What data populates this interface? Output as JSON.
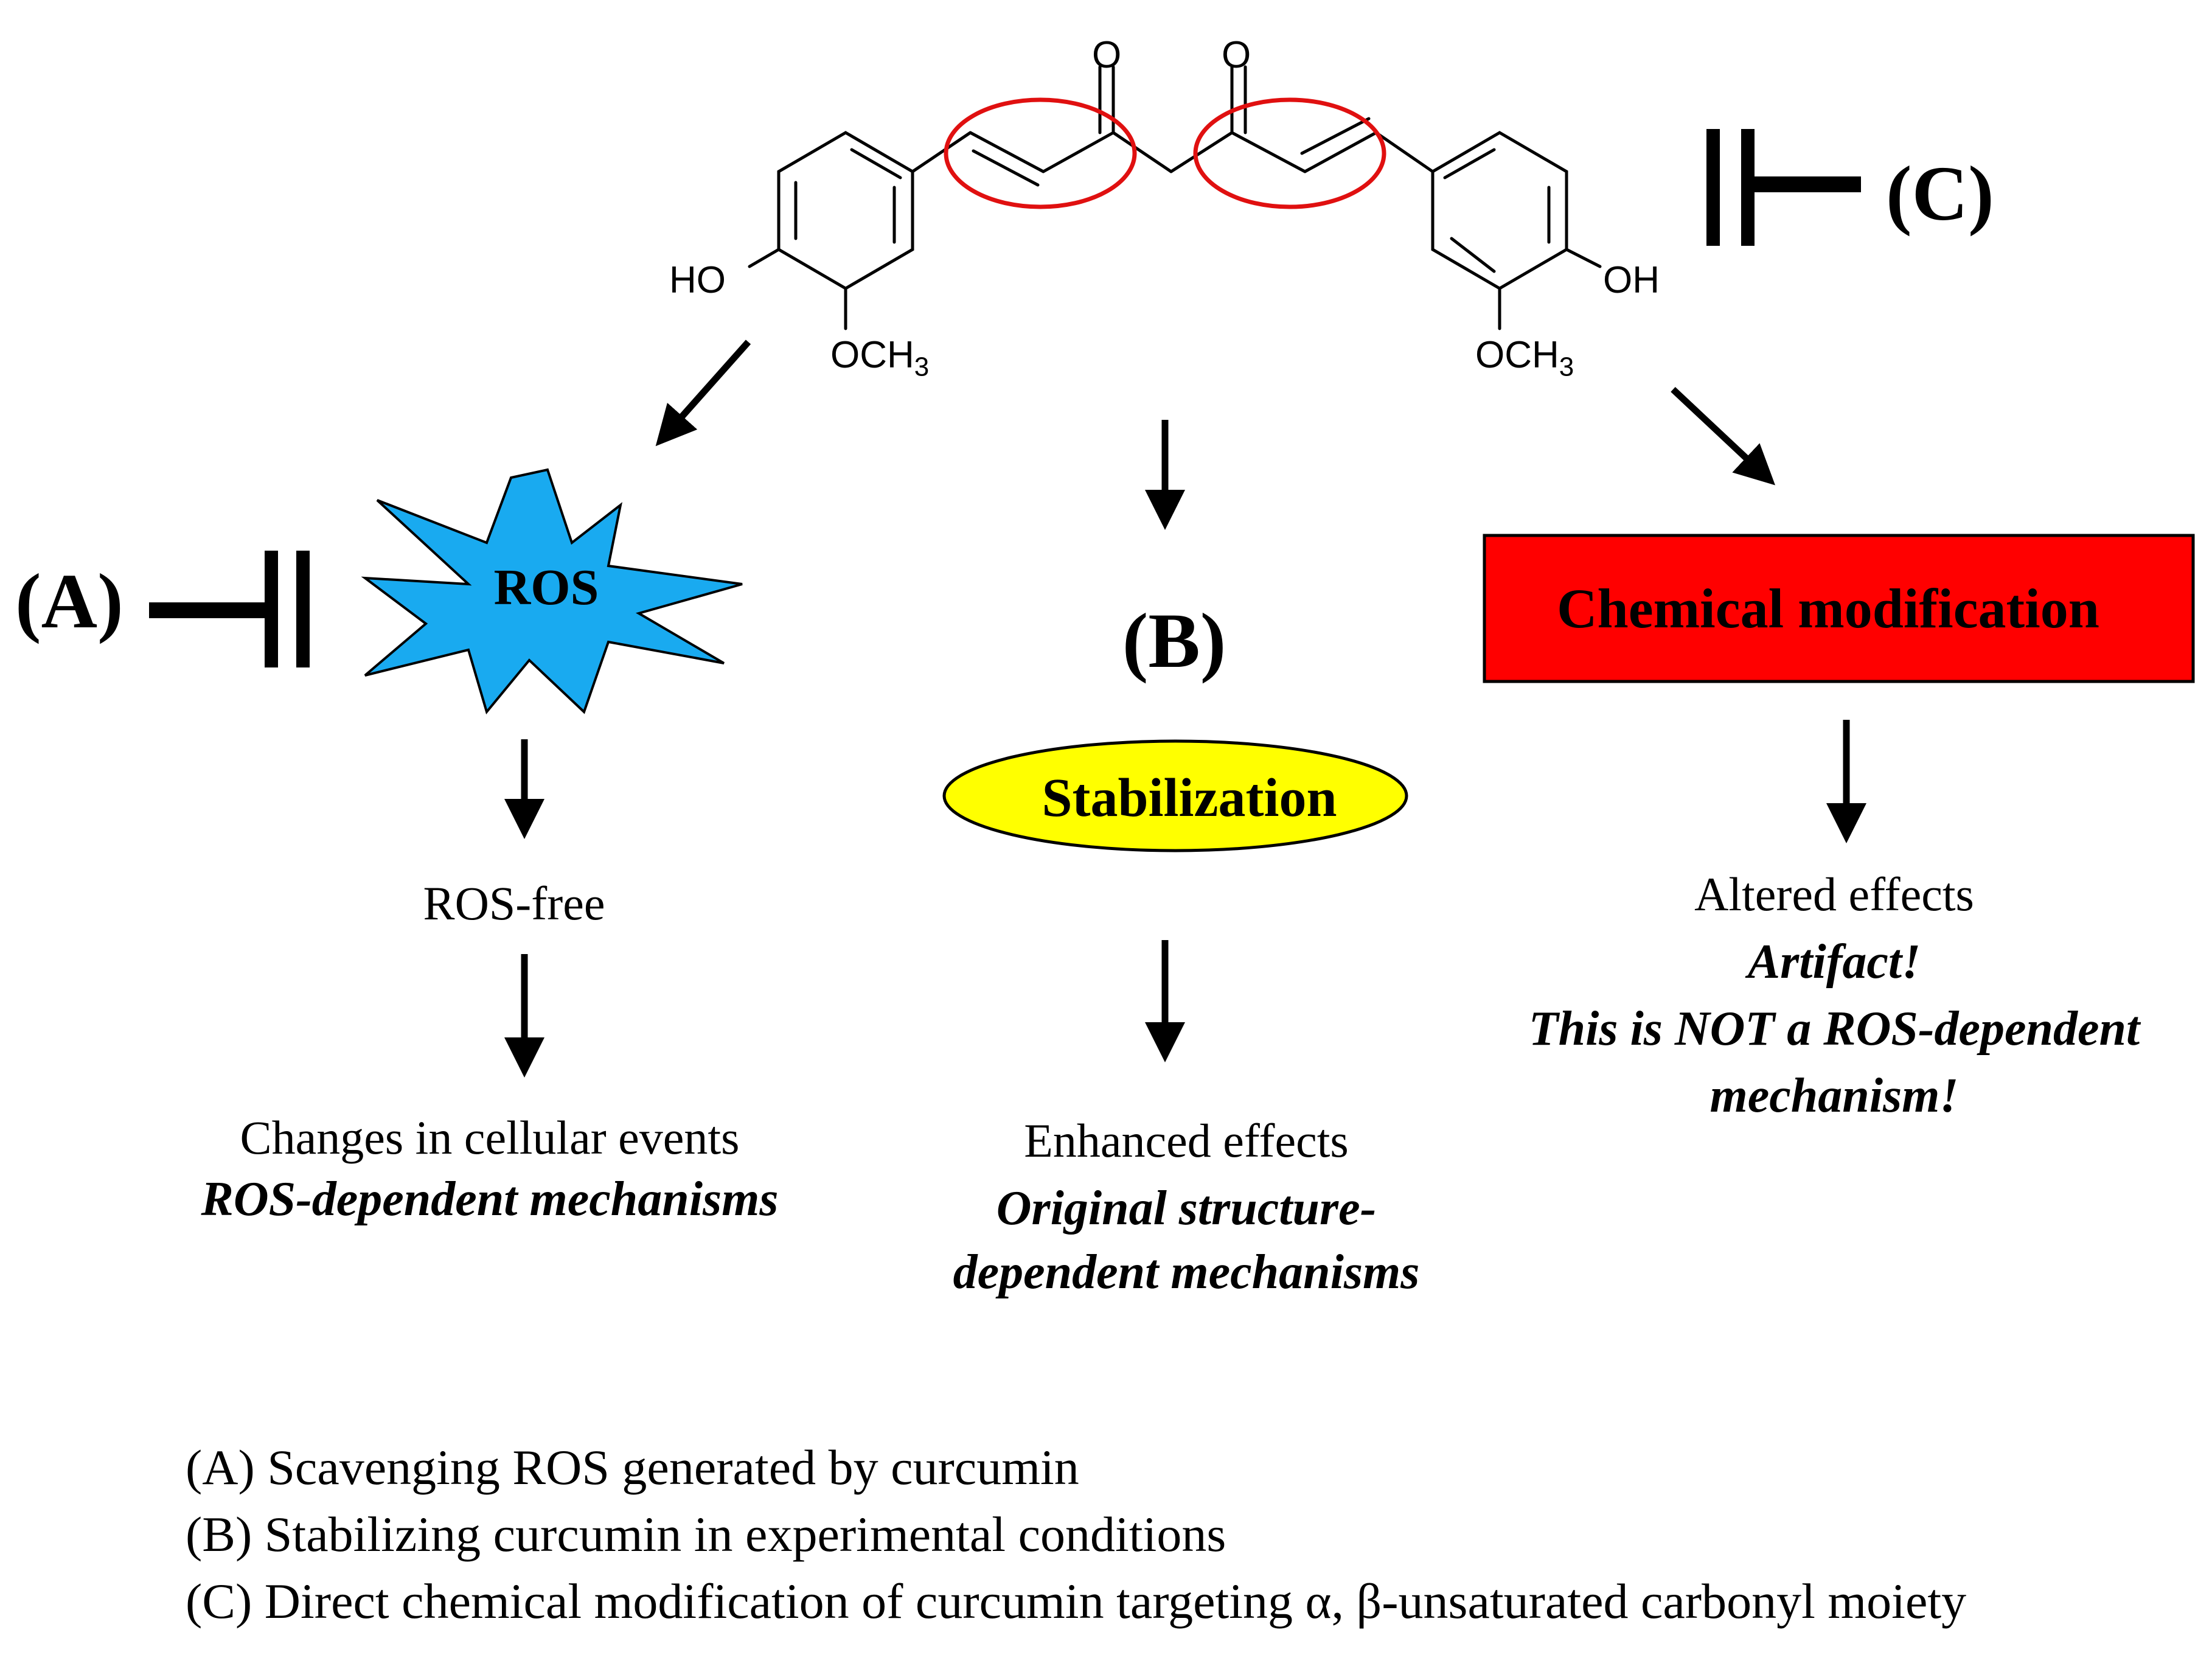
{
  "molecule": {
    "ho_left": "HO",
    "och3_left_main": "OCH",
    "och3_left_sub": "3",
    "oh_right": "OH",
    "och3_right_main": "OCH",
    "och3_right_sub": "3",
    "carbonyl_o_left": "O",
    "carbonyl_o_right": "O"
  },
  "labels": {
    "a": "(A)",
    "b": "(B)",
    "c": "(C)"
  },
  "nodes": {
    "ros": "ROS",
    "stabilization": "Stabilization",
    "chemical_modification": "Chemical modification"
  },
  "branch_a": {
    "ros_free": "ROS-free",
    "changes": "Changes in cellular events",
    "mechanism": "ROS-dependent mechanisms"
  },
  "branch_b": {
    "enhanced": "Enhanced effects",
    "mechanism_line1": "Original structure-",
    "mechanism_line2": "dependent mechanisms"
  },
  "branch_c": {
    "altered": "Altered effects",
    "artifact": "Artifact!",
    "not_line1": "This is NOT a ROS-dependent",
    "not_line2": "mechanism!"
  },
  "legend": [
    "(A) Scavenging ROS generated by curcumin",
    "(B) Stabilizing curcumin in experimental conditions",
    "(C) Direct chemical modification of curcumin targeting α, β-unsaturated carbonyl moiety"
  ],
  "colors": {
    "ros_fill": "#19aaf0",
    "stabilization_fill": "#ffff00",
    "chemical_modification_fill": "#ff0000",
    "highlight_ellipse": "#e01010"
  }
}
